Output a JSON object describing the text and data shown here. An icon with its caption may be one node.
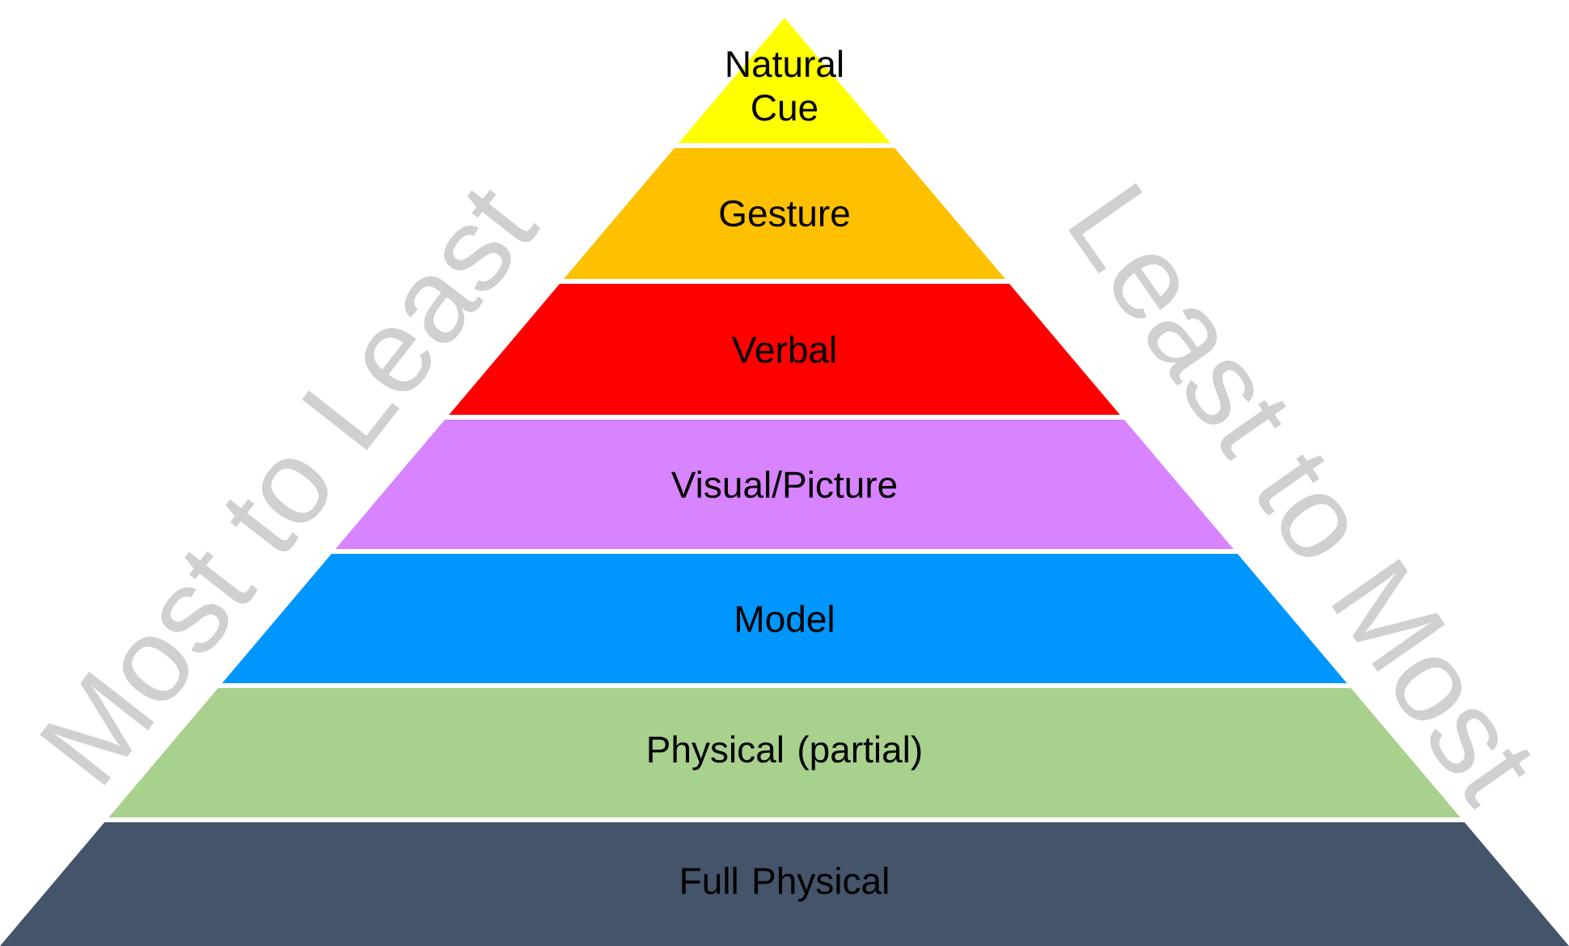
{
  "diagram": {
    "nodes": [
      {
        "text": [
          "Natural Cue"
        ]
      },
      {
        "text": [
          "Gesture"
        ]
      },
      {
        "text": [
          "Verbal"
        ]
      },
      {
        "text": [
          "Visual/Picture"
        ]
      },
      {
        "text": [
          "Model"
        ]
      },
      {
        "text": [
          "Physical (partial)"
        ]
      },
      {
        "text": [
          "Full Physical"
        ]
      }
    ],
    "labels": [
      "Most to Least",
      "Least to Most"
    ]
  }
}
